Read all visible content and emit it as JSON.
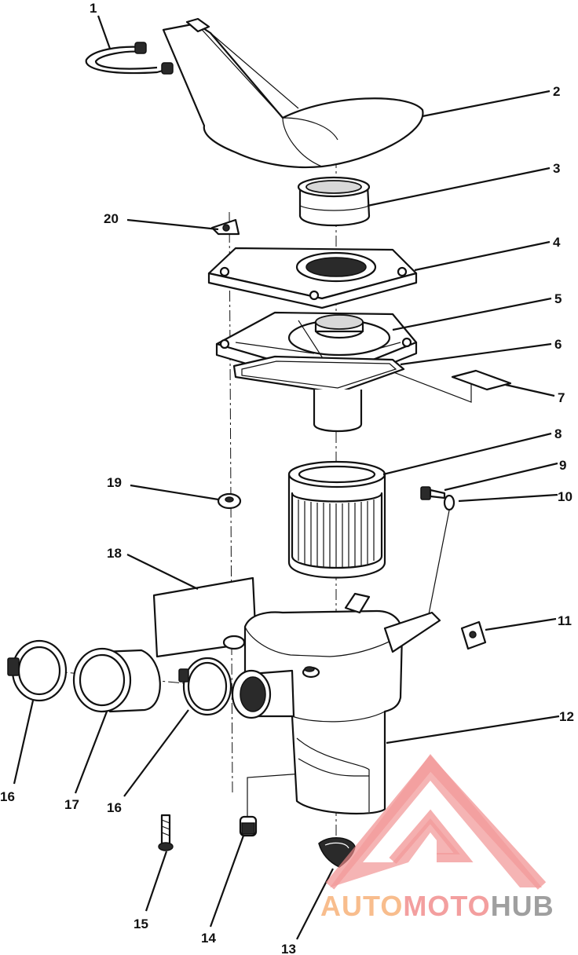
{
  "diagram": {
    "callouts": [
      "1",
      "2",
      "3",
      "4",
      "5",
      "6",
      "7",
      "8",
      "9",
      "10",
      "11",
      "12",
      "13",
      "14",
      "15",
      "16",
      "16",
      "17",
      "18",
      "19",
      "20"
    ]
  },
  "watermark": {
    "part1": "AUTO",
    "part2": "MOTO",
    "part3": "HUB",
    "colors": {
      "mark": "#f08a8a",
      "auto": "#f7b27a",
      "moto": "#f28f8f",
      "hub": "#8f8f8f"
    }
  }
}
